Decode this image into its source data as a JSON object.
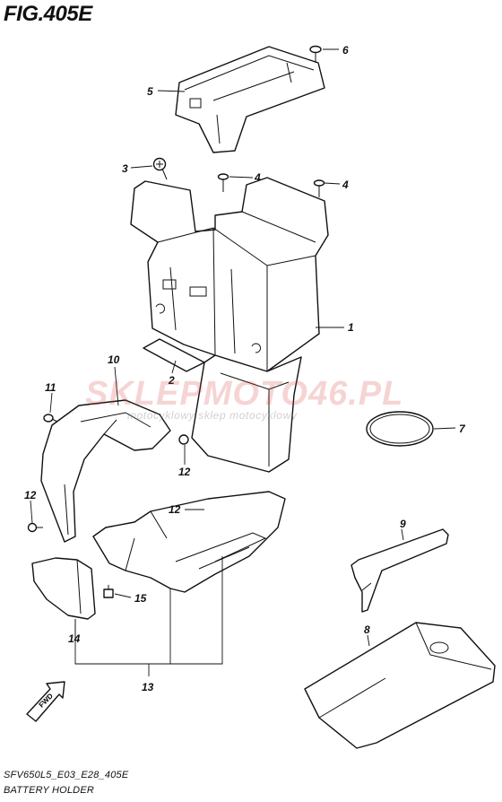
{
  "figure": {
    "title": "FIG.405E",
    "code": "SFV650L5_E03_E28_405E",
    "name": "BATTERY HOLDER"
  },
  "watermark": {
    "brand": "SKLEPMOTO46.PL",
    "tagline": "motocyklowy sklep motocyklowy"
  },
  "fwd_label": "FWD",
  "callouts": {
    "p1": "1",
    "p2": "2",
    "p3": "3",
    "p4a": "4",
    "p4b": "4",
    "p5": "5",
    "p6": "6",
    "p7": "7",
    "p8": "8",
    "p9": "9",
    "p10": "10",
    "p11": "11",
    "p12a": "12",
    "p12b": "12",
    "p12c": "12",
    "p13": "13",
    "p14": "14",
    "p15": "15"
  },
  "colors": {
    "line": "#111111",
    "watermark": "#d73c3c"
  }
}
